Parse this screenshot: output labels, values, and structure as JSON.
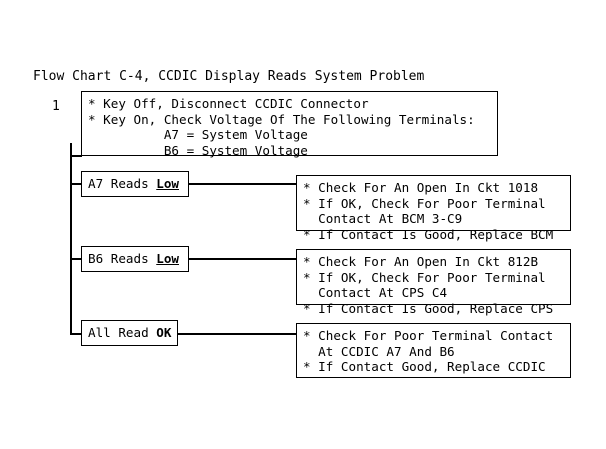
{
  "document": {
    "title": "Flow Chart C-4, CCDIC Display Reads System Problem",
    "background_color": "#ffffff",
    "line_color": "#000000"
  },
  "step_number": "1",
  "main_box": {
    "lines": [
      "* Key Off, Disconnect CCDIC Connector",
      "* Key On, Check Voltage Of The Following Terminals:",
      "          A7 = System Voltage",
      "          B6 = System Voltage"
    ],
    "text": "* Key Off, Disconnect CCDIC Connector\n* Key On, Check Voltage Of The Following Terminals:\n          A7 = System Voltage\n          B6 = System Voltage"
  },
  "branches": [
    {
      "condition_prefix": "A7 Reads ",
      "condition_emphasis": "Low",
      "condition_full": "A7 Reads Low",
      "emphasis_style": "bold-underline",
      "action_lines": [
        "* Check For An Open In Ckt 1018",
        "* If OK, Check For Poor Terminal",
        "  Contact At BCM 3-C9",
        "* If Contact Is Good, Replace BCM"
      ],
      "action_text": "* Check For An Open In Ckt 1018\n* If OK, Check For Poor Terminal\n  Contact At BCM 3-C9\n* If Contact Is Good, Replace BCM"
    },
    {
      "condition_prefix": "B6 Reads ",
      "condition_emphasis": "Low",
      "condition_full": "B6 Reads Low",
      "emphasis_style": "bold-underline",
      "action_lines": [
        "* Check For An Open In Ckt 812B",
        "* If OK, Check For Poor Terminal",
        "  Contact At CPS C4",
        "* If Contact Is Good, Replace CPS"
      ],
      "action_text": "* Check For An Open In Ckt 812B\n* If OK, Check For Poor Terminal\n  Contact At CPS C4\n* If Contact Is Good, Replace CPS"
    },
    {
      "condition_prefix": "All Read ",
      "condition_emphasis": "OK",
      "condition_full": "All Read OK",
      "emphasis_style": "bold",
      "action_lines": [
        "* Check For Poor Terminal Contact",
        "  At CCDIC A7 And B6",
        "* If Contact Good, Replace CCDIC"
      ],
      "action_text": "* Check For Poor Terminal Contact\n  At CCDIC A7 And B6\n* If Contact Good, Replace CCDIC"
    }
  ]
}
